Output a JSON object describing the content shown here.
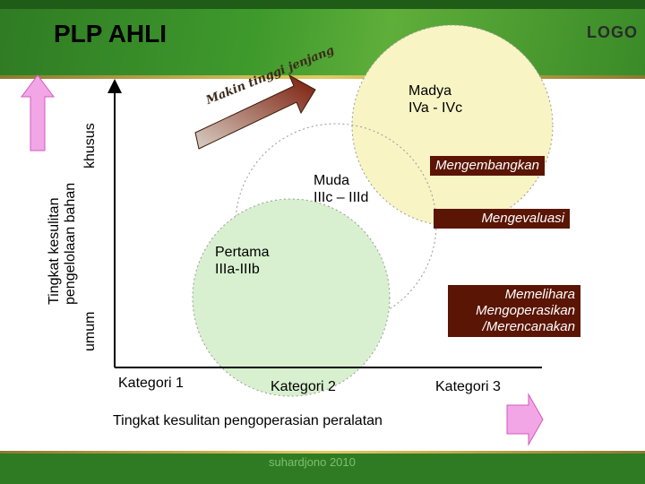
{
  "title": "PLP AHLI",
  "logo": "LOGO",
  "y_axis": {
    "label_line1": "Tingkat kesulitan",
    "label_line2": "pengelolaan bahan",
    "low": "umum",
    "high": "khusus"
  },
  "x_axis": {
    "label": "Tingkat kesulitan pengoperasian peralatan",
    "categories": [
      "Kategori 1",
      "Kategori 2",
      "Kategori 3"
    ]
  },
  "levels": [
    {
      "name": "Pertama",
      "range": "IIIa-IIIb"
    },
    {
      "name": "Muda",
      "range": "IIIc – IIId"
    },
    {
      "name": "Madya",
      "range": "IVa - IVc"
    }
  ],
  "arrow_text": "Makin tinggi jenjang",
  "tasks": [
    "Mengembangkan",
    "Mengevaluasi",
    "Memelihara Mengoperasikan /Merencanakan"
  ],
  "footer": "suhardjono 2010",
  "colors": {
    "header_green": "#3f9a2c",
    "circle_pertama": "#d8f0cf",
    "circle_madya": "#f8f4c4",
    "task_box": "#5a1505",
    "arrow": "#e57bd6"
  }
}
